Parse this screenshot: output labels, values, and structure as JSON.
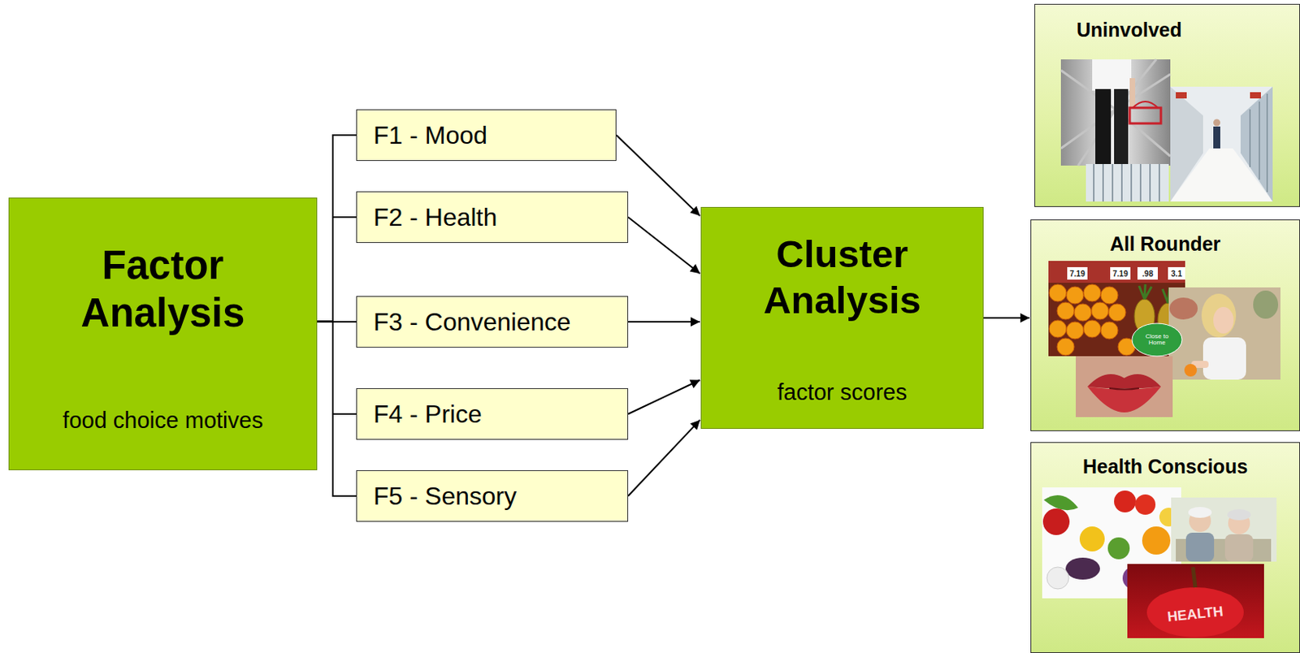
{
  "diagram": {
    "nodes": [
      {
        "text": [
          "Factor Analysis",
          "food choice motives"
        ]
      },
      {
        "text": [
          "F1 - Mood"
        ]
      },
      {
        "text": [
          "F2 - Health"
        ]
      },
      {
        "text": [
          "F3 - Convenience"
        ]
      },
      {
        "text": [
          "F4 - Price"
        ]
      },
      {
        "text": [
          "F5 - Sensory"
        ]
      },
      {
        "text": [
          "Cluster Analysis",
          "factor scores"
        ]
      },
      {
        "text": [
          "Uninvolved"
        ]
      },
      {
        "text": [
          "All Rounder"
        ]
      },
      {
        "text": [
          "Health Conscious"
        ]
      }
    ],
    "edges": [
      {
        "from": 0,
        "to": 1,
        "arrow": "none"
      },
      {
        "from": 0,
        "to": 2,
        "arrow": "none"
      },
      {
        "from": 0,
        "to": 3,
        "arrow": "none"
      },
      {
        "from": 0,
        "to": 4,
        "arrow": "none"
      },
      {
        "from": 0,
        "to": 5,
        "arrow": "none"
      },
      {
        "from": 1,
        "to": 6,
        "arrow": "to"
      },
      {
        "from": 2,
        "to": 6,
        "arrow": "to"
      },
      {
        "from": 3,
        "to": 6,
        "arrow": "to"
      },
      {
        "from": 4,
        "to": 6,
        "arrow": "to"
      },
      {
        "from": 5,
        "to": 6,
        "arrow": "to"
      },
      {
        "from": 6,
        "to": 8,
        "arrow": "to"
      }
    ],
    "labels": [
      "7.19",
      "7.19",
      ".98",
      "3.1",
      "Close to Home",
      "HEALTH"
    ]
  }
}
